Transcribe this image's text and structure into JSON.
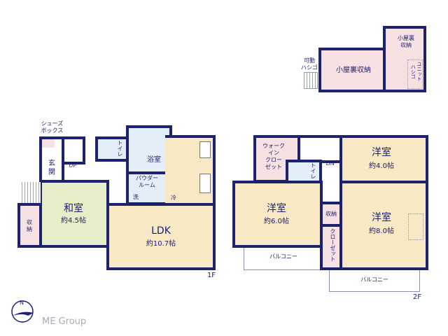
{
  "attic": {
    "room1": "小屋裏収納",
    "room2": "小屋裏\n収納",
    "ladder_unit": "ユニット\nハシゴ",
    "ladder_movable": "可動\nハシゴ"
  },
  "floor1": {
    "label": "1F",
    "shoes_box": "シューズ\nボックス",
    "entrance": "玄\n関",
    "up": "UP",
    "toilet": "トイレ",
    "bath": "浴室",
    "powder": "パウダー\nルーム",
    "wash": "洗",
    "fridge": "冷",
    "washitsu": "和室",
    "washitsu_size": "約4.5帖",
    "storage": "収\n納",
    "ldk": "LDK",
    "ldk_size": "約10.7帖"
  },
  "floor2": {
    "label": "2F",
    "wic": "ウォーク\nイン\nクロー\nゼット",
    "dn": "DN",
    "toilet": "トイレ",
    "room_a": "洋室",
    "room_a_size": "約4.0帖",
    "room_b": "洋室",
    "room_b_size": "約6.0帖",
    "room_c": "洋室",
    "room_c_size": "約8.0帖",
    "storage": "収納",
    "closet": "クローゼット",
    "balcony1": "バルコニー",
    "balcony2": "バルコニー"
  },
  "brand": "ME Group"
}
